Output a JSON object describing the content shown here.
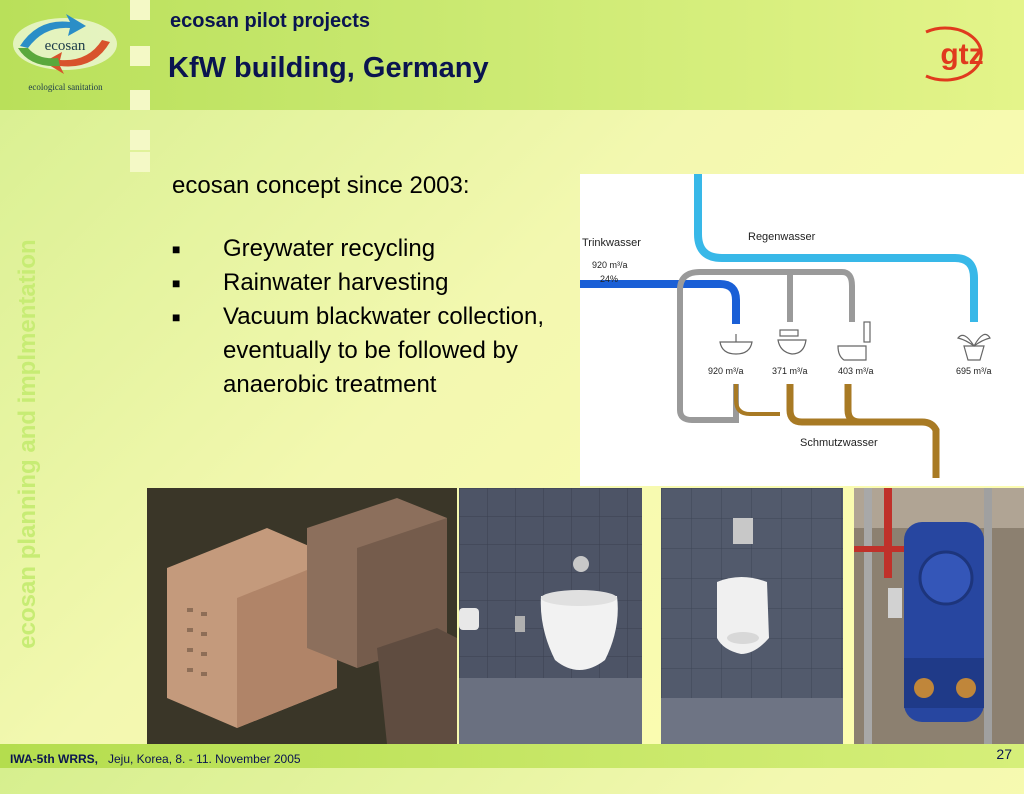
{
  "header": {
    "logo_text": "ecosan",
    "logo_caption": "ecological sanitation",
    "subtitle": "ecosan pilot projects",
    "title": "KfW building, Germany",
    "gtz_logo": "gtz"
  },
  "side_text": "ecosan planning and implmentation",
  "content": {
    "intro": "ecosan concept since 2003:",
    "bullets": [
      "Greywater recycling",
      "Rainwater harvesting",
      "Vacuum blackwater collection, eventually to be followed by anaerobic treatment"
    ],
    "bullet_glyph": "■"
  },
  "diagram": {
    "labels": {
      "trinkwasser": "Trinkwasser",
      "trink_volume": "920 m³/a",
      "trink_percent": "24%",
      "regenwasser": "Regenwasser",
      "schmutzwasser": "Schmutzwasser"
    },
    "values": [
      "920 m³/a",
      "371 m³/a",
      "403 m³/a",
      "695 m³/a"
    ],
    "colors": {
      "potable": "#1a5fd6",
      "rain": "#38b8e8",
      "grey": "#9a9a9a",
      "waste": "#a87a24"
    }
  },
  "photos": [
    {
      "name": "architectural-model"
    },
    {
      "name": "vacuum-toilet"
    },
    {
      "name": "urinal"
    },
    {
      "name": "vacuum-tank"
    }
  ],
  "footer": {
    "conference": "IWA-5th WRRS,",
    "place_date": "Jeju, Korea, 8. - 11. November 2005",
    "page": "27"
  },
  "colors": {
    "title": "#0a1450",
    "header_green": "#b9e05a",
    "accent_red": "#e03a1e"
  }
}
